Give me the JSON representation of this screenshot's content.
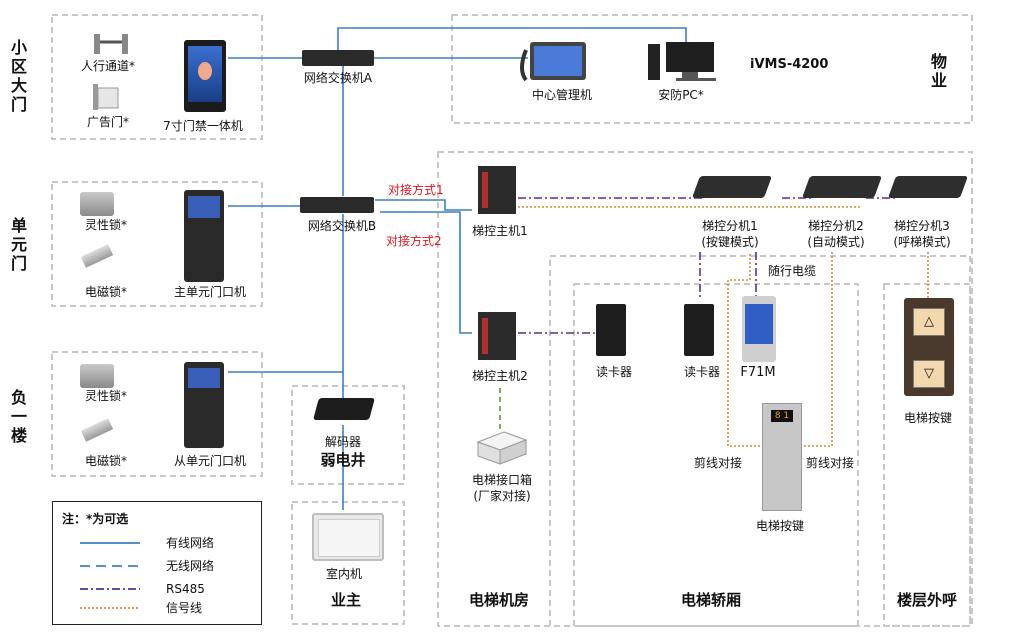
{
  "zones": {
    "gate": [
      "小",
      "区",
      "大",
      "门"
    ],
    "unit": [
      "单",
      "元",
      "门"
    ],
    "basement": [
      "负",
      "一",
      "楼"
    ],
    "property": [
      "物",
      "业"
    ],
    "weak_well": "弱电井",
    "owner": "业主",
    "machine_room": "电梯机房",
    "car": "电梯轿厢",
    "hall_call": "楼层外呼"
  },
  "devices": {
    "turnstile": "人行通道*",
    "swing_gate": "广告门*",
    "access_terminal": "7寸门禁一体机",
    "switch_a": "网络交换机A",
    "center_mgr": "中心管理机",
    "security_pc": "安防PC*",
    "ivms": "iVMS-4200",
    "lock1": "灵性锁*",
    "maglock1": "电磁锁*",
    "main_station": "主单元门口机",
    "switch_b": "网络交换机B",
    "lock2": "灵性锁*",
    "maglock2": "电磁锁*",
    "sub_station": "从单元门口机",
    "decoder": "解码器",
    "indoor": "室内机",
    "host1": "梯控主机1",
    "host2": "梯控主机2",
    "interface_box": "电梯接口箱",
    "interface_box_note": "(厂家对接)",
    "ext1_name": "梯控分机1",
    "ext1_mode": "(按键模式)",
    "ext2_name": "梯控分机2",
    "ext2_mode": "(自动模式)",
    "ext3_name": "梯控分机3",
    "ext3_mode": "(呼梯模式)",
    "reader1": "读卡器",
    "reader2": "读卡器",
    "f71m": "F71M",
    "car_buttons": "电梯按键",
    "hall_buttons": "电梯按键",
    "travel_cable": "随行电缆",
    "cut_left": "剪线对接",
    "cut_right": "剪线对接",
    "method1": "对接方式1",
    "method2": "对接方式2",
    "panel_display": "8 1",
    "hall_up": "△",
    "hall_down": "▽"
  },
  "legend": {
    "title": "注：*为可选",
    "wired": "有线网络",
    "wireless": "无线网络",
    "rs485": "RS485",
    "signal": "信号线"
  },
  "colors": {
    "network": "#3c7fc4",
    "rs485": "#5b2f8c",
    "signal": "#d98a2b",
    "green_dash": "#5aa02c",
    "zone_border": "#c8c8c8",
    "method_text": "#e8141c"
  }
}
